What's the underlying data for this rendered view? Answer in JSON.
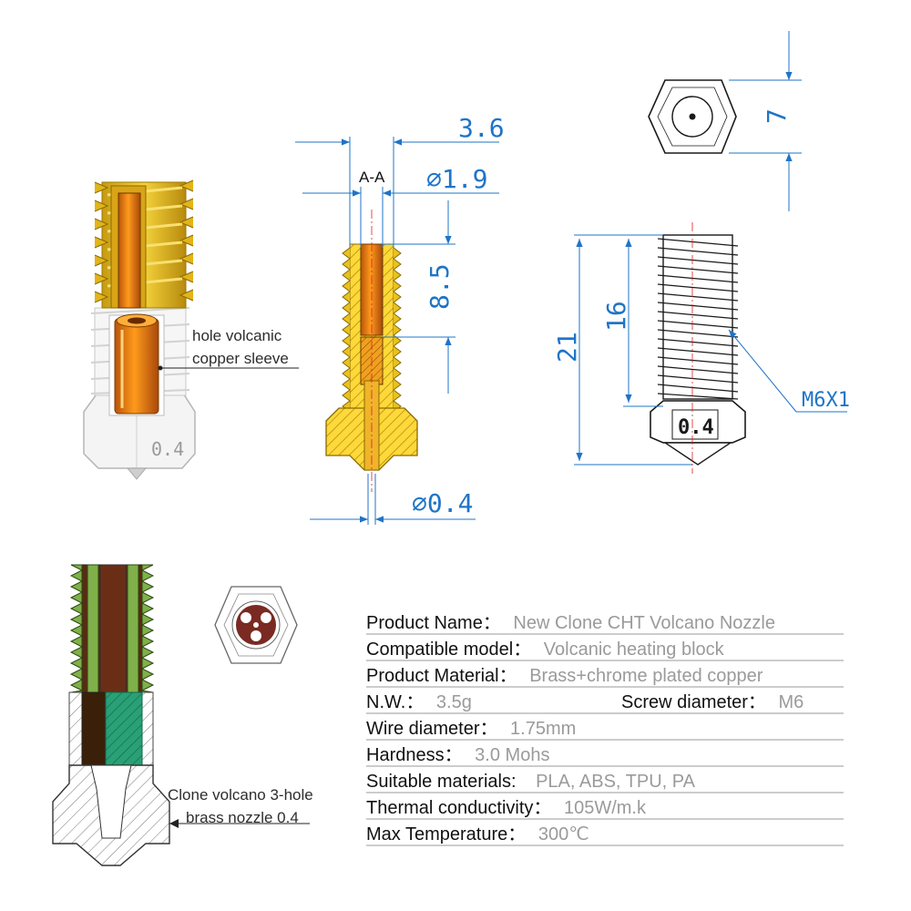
{
  "dimensions": {
    "top_width": "3.6",
    "section": "A-A",
    "bore_diameter": "⌀1.9",
    "bore_depth": "8.5",
    "tip_diameter": "⌀0.4",
    "hex_height": "7",
    "total_length": "21",
    "thread_length": "16",
    "thread_size": "M6X1",
    "nozzle_marking": "0.4"
  },
  "labels": {
    "sleeve_line1": "hole volcanic",
    "sleeve_line2": "copper sleeve",
    "render_marking": "0.4",
    "nozzle_line1": "Clone volcano 3-hole",
    "nozzle_line2": "brass nozzle 0.4"
  },
  "specs": {
    "product_name": {
      "key": "Product Name：",
      "value": "New Clone CHT Volcano Nozzle"
    },
    "compatible_model": {
      "key": "Compatible model：",
      "value": "Volcanic heating block"
    },
    "product_material": {
      "key": "Product Material：",
      "value": "Brass+chrome plated copper"
    },
    "nw": {
      "key": "N.W.：",
      "value": "3.5g"
    },
    "screw_diameter": {
      "key": "Screw diameter：",
      "value": "M6"
    },
    "wire_diameter": {
      "key": "Wire diameter：",
      "value": "1.75mm"
    },
    "hardness": {
      "key": "Hardness：",
      "value": "3.0 Mohs"
    },
    "suitable_materials": {
      "key": "Suitable materials:",
      "value": "PLA, ABS, TPU, PA"
    },
    "thermal_conductivity": {
      "key": "Thermal conductivity：",
      "value": "105W/m.k"
    },
    "max_temperature": {
      "key": "Max Temperature：",
      "value": "300℃"
    }
  },
  "colors": {
    "dimension_blue": "#1f74c7",
    "brass": "#e8c21e",
    "copper": "#e07a10",
    "section_green": "#7fb04a",
    "section_brown": "#5a2a14",
    "section_teal": "#2aa077"
  }
}
